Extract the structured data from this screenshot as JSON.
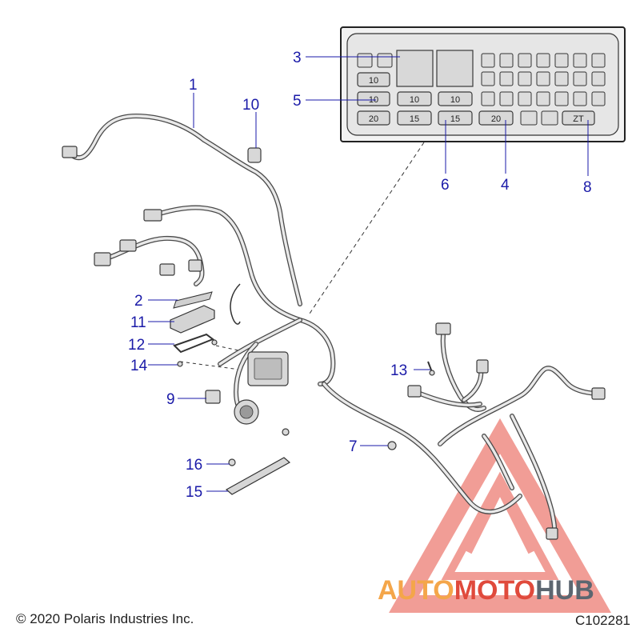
{
  "callouts": {
    "c1": "1",
    "c2": "2",
    "c3": "3",
    "c4": "4",
    "c5": "5",
    "c6": "6",
    "c7": "7",
    "c8": "8",
    "c9": "9",
    "c10": "10",
    "c11": "11",
    "c12": "12",
    "c13": "13",
    "c14": "14",
    "c15": "15",
    "c16": "16"
  },
  "fuse_box": {
    "labels": [
      "10",
      "10",
      "10",
      "10",
      "20",
      "15",
      "15",
      "20",
      "ZT"
    ]
  },
  "footer": {
    "copyright": "© 2020 Polaris Industries Inc.",
    "code": "C102281"
  },
  "watermark": {
    "auto": "AUTO",
    "moto": "MOTO",
    "hub": "HUB"
  },
  "colors": {
    "callout": "#1a1aa8",
    "watermark_orange": "#f4a64a",
    "watermark_red": "#e04a3c",
    "watermark_dark": "#5c6670"
  }
}
